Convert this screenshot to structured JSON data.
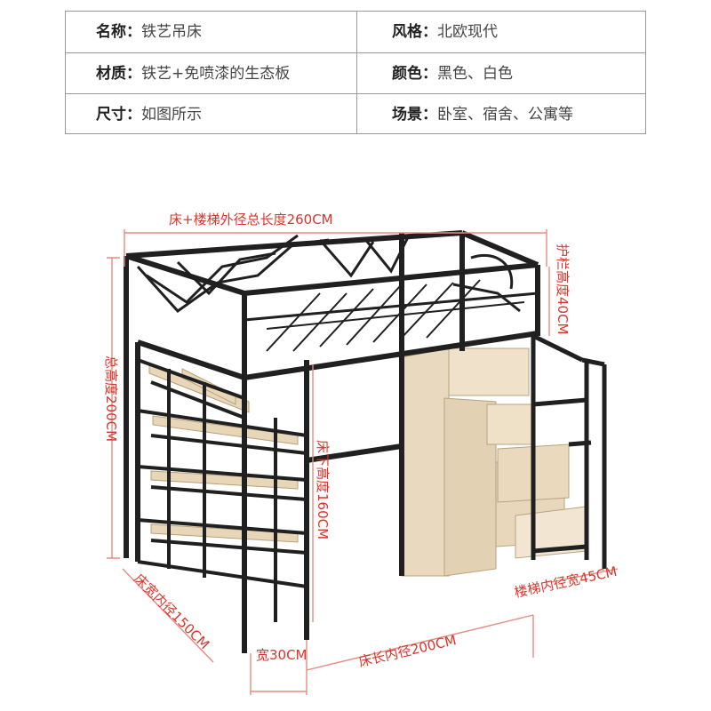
{
  "specs": {
    "rows": [
      {
        "left_key": "名称",
        "left_sep": "：",
        "left_val": "铁艺吊床",
        "right_key": "风格",
        "right_sep": "：",
        "right_val": "北欧现代"
      },
      {
        "left_key": "材质",
        "left_sep": "：",
        "left_val": "铁艺+免喷漆的生态板",
        "right_key": "颜色",
        "right_sep": "：",
        "right_val": "黑色、白色"
      },
      {
        "left_key": "尺寸",
        "left_sep": "：",
        "left_val": "如图所示",
        "right_key": "场景",
        "right_sep": "：",
        "right_val": "卧室、宿舍、公寓等"
      }
    ]
  },
  "dimensions": {
    "total_length": "床+楼梯外径总长度260CM",
    "total_height": "总高度200CM",
    "guardrail_height": "护栏高度40CM",
    "under_bed_height": "床下高度160CM",
    "bed_width": "床宽内径150CM",
    "shelf_width": "宽30CM",
    "bed_length": "床长内径200CM",
    "stair_width": "楼梯内径宽45CM"
  },
  "colors": {
    "dimension_text": "#d9352a",
    "frame": "#202020",
    "wood": "#e8d7bd"
  }
}
